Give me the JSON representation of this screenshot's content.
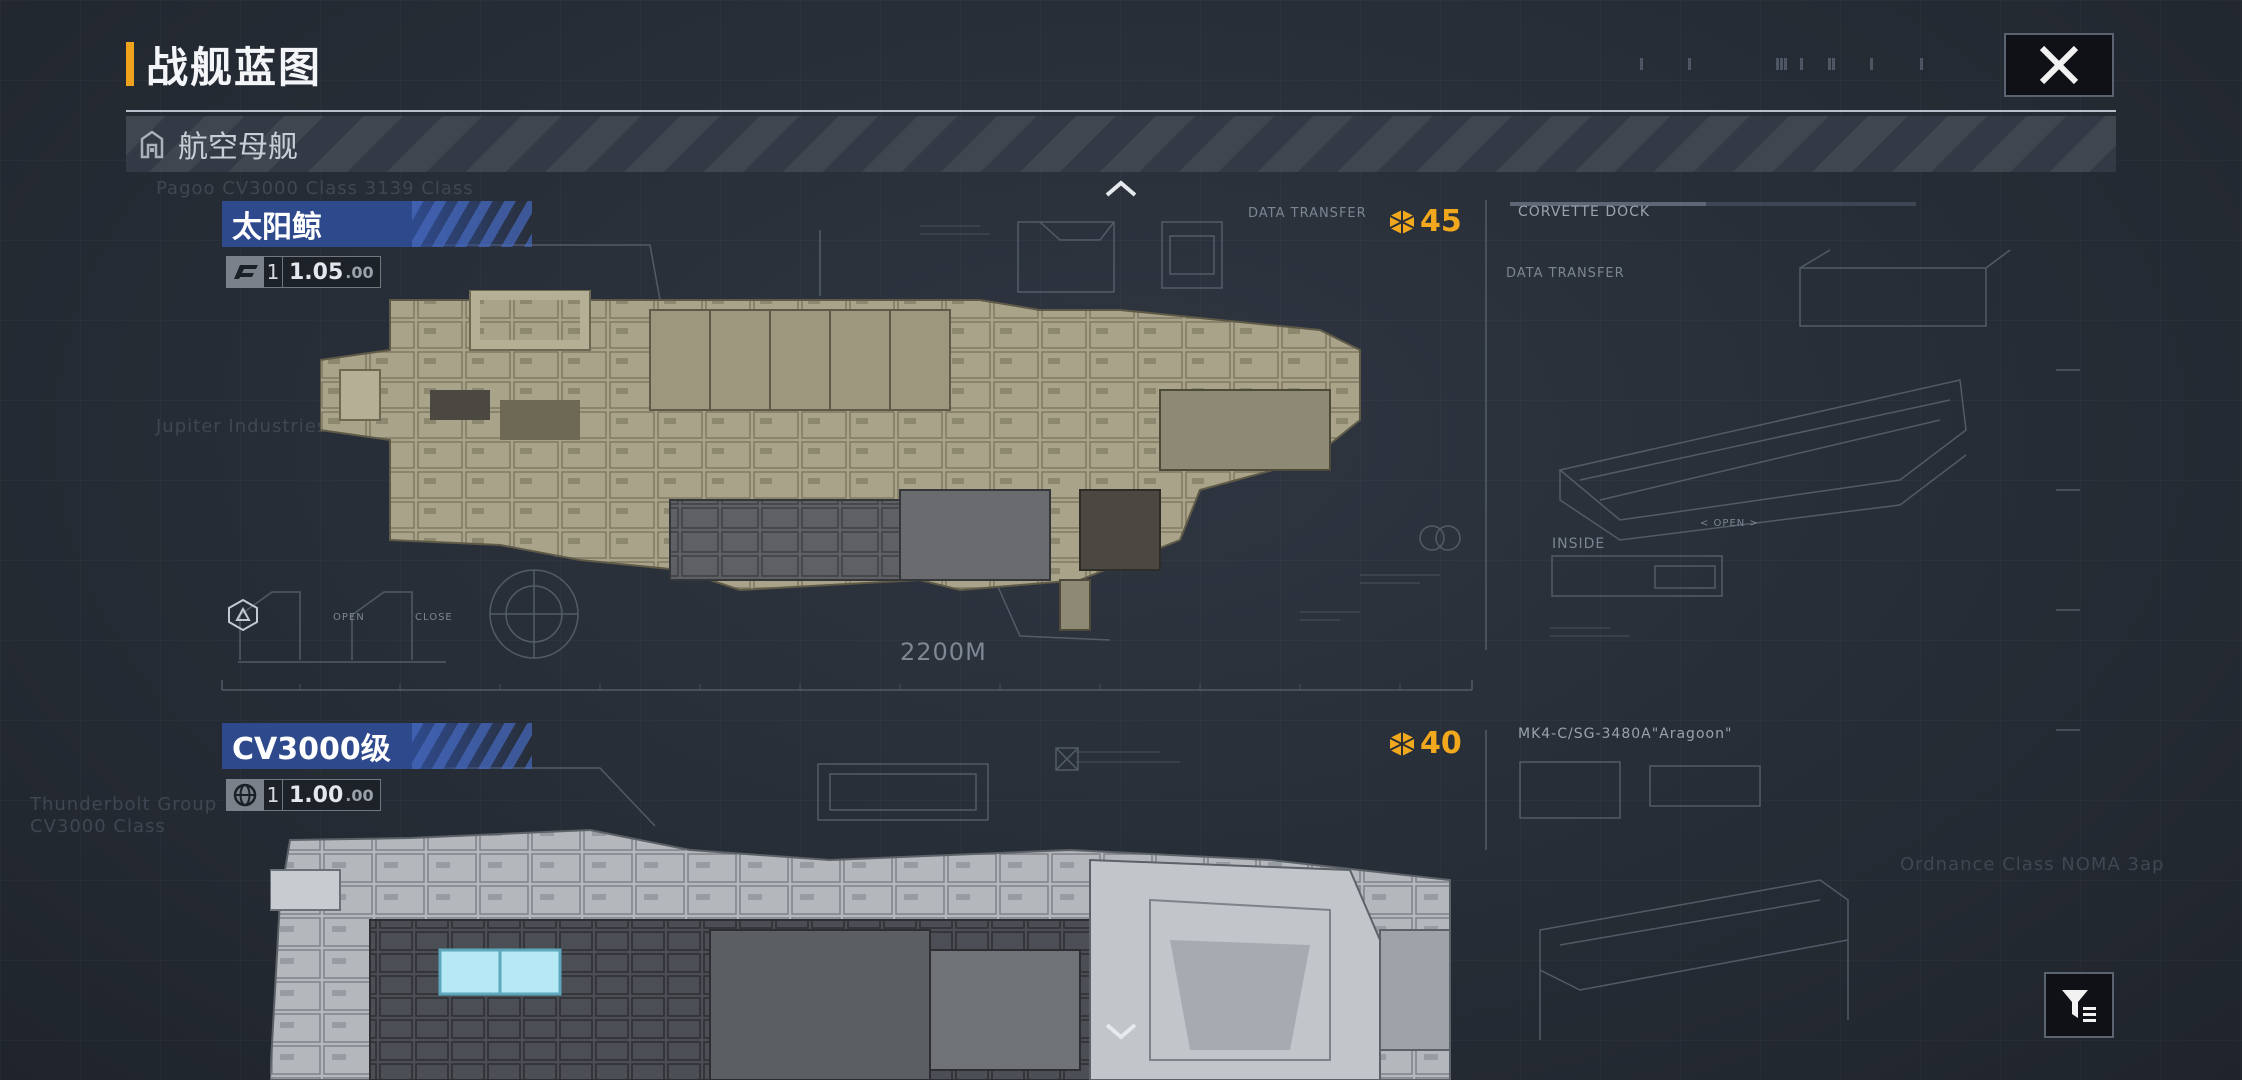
{
  "header": {
    "title": "战舰蓝图",
    "accent_color": "#f0a21c",
    "close_icon": "close-icon"
  },
  "category": {
    "label": "航空母舰",
    "icon": "hangar-icon"
  },
  "ships": [
    {
      "name": "太阳鲸",
      "stat_icon": "faction-emblem-icon",
      "stat_count": "1",
      "stat_value": "1.05",
      "stat_decimal": ".00",
      "cost": "45",
      "cost_icon": "resource-crate-icon",
      "scale": "2200M",
      "hull_color": "#a9a389"
    },
    {
      "name": "CV3000级",
      "stat_icon": "globe-icon",
      "stat_count": "1",
      "stat_value": "1.00",
      "stat_decimal": ".00",
      "cost": "40",
      "cost_icon": "resource-crate-icon",
      "hull_color": "#b4b8bd"
    }
  ],
  "blueprint_labels": {
    "corvette_dock": "CORVETTE DOCK",
    "data_transfer_1": "DATA TRANSFER",
    "data_transfer_2": "DATA TRANSFER",
    "inside": "INSIDE",
    "open_1": "OPEN",
    "close_1": "CLOSE",
    "open_2": "< OPEN >",
    "model": "MK4-C/SG-3480A\"Aragoon\"",
    "bg_text_1": "Pagoo CV3000 Class 3139 Class",
    "bg_text_2": "Jupiter Industries",
    "bg_text_3": "Thunderbolt Group",
    "bg_text_4": "CV3000 Class",
    "bg_text_5": "Ordnance Class NOMA 3ap"
  },
  "controls": {
    "scroll_up_icon": "chevron-up-icon",
    "scroll_down_icon": "chevron-down-icon",
    "filter_icon": "filter-icon"
  }
}
